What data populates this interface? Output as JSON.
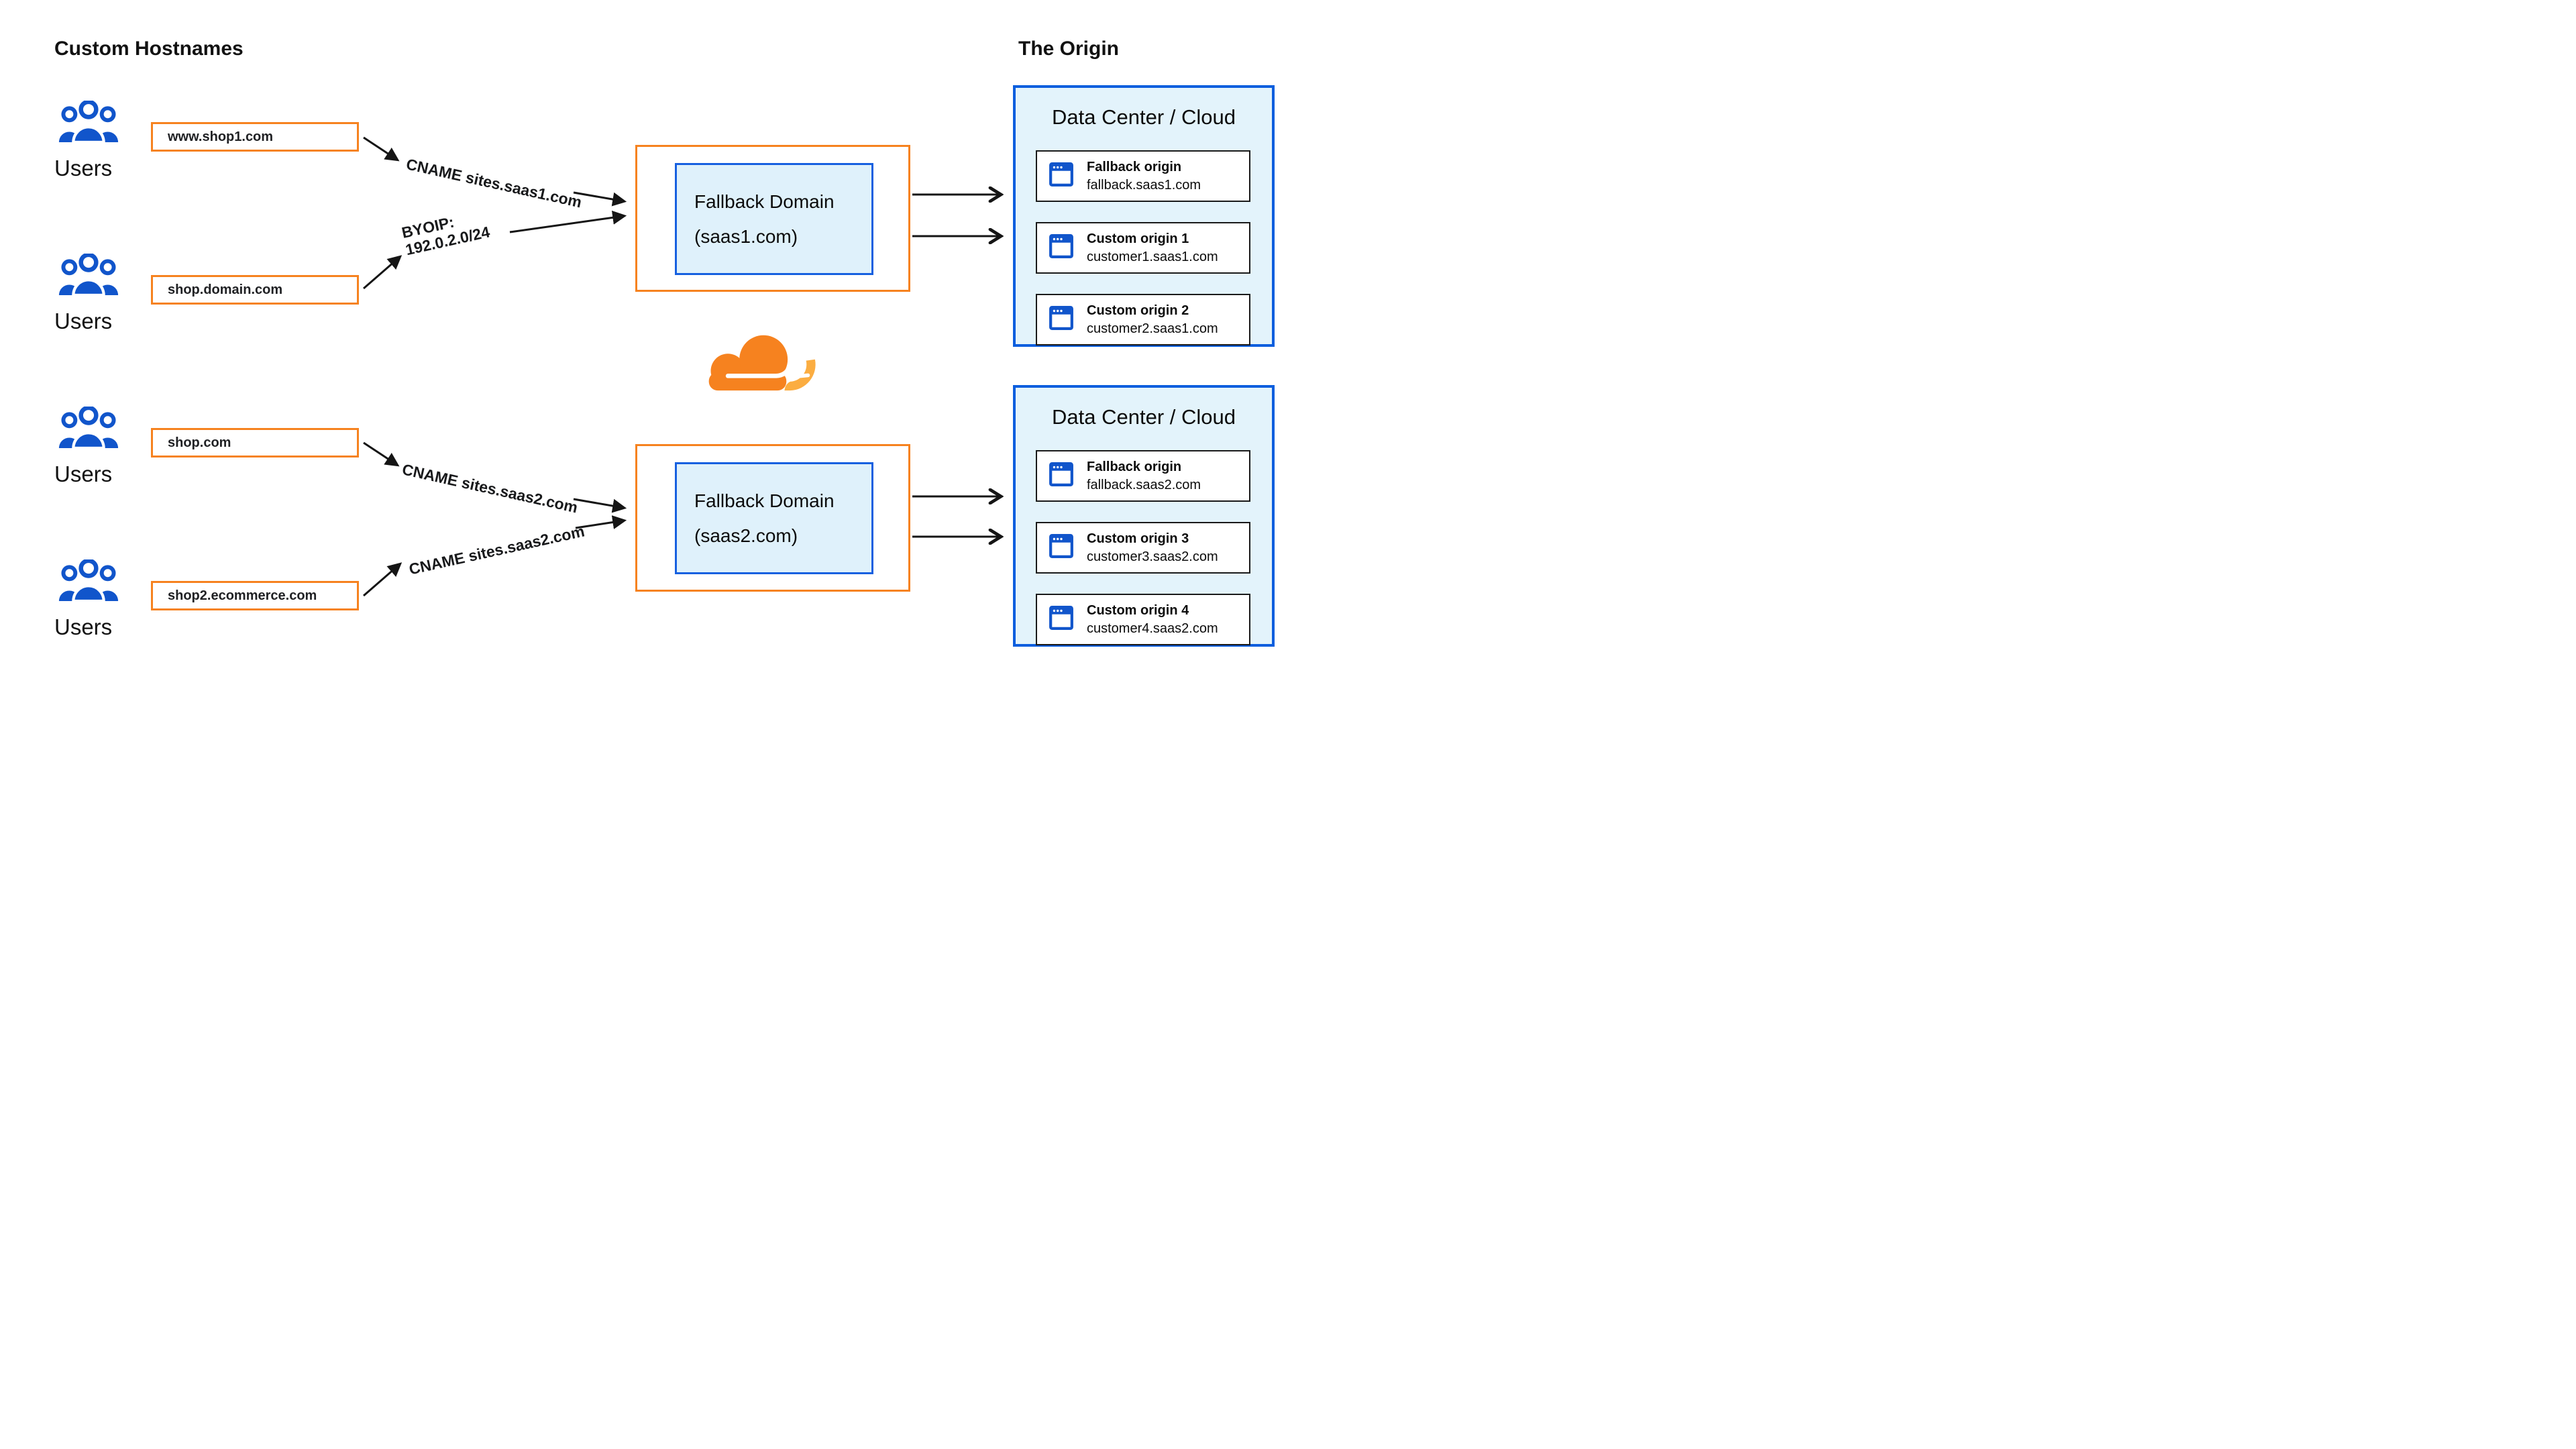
{
  "headings": {
    "left": "Custom Hostnames",
    "right": "The Origin"
  },
  "labels": {
    "users": "Users"
  },
  "hostnames": [
    "www.shop1.com",
    "shop.domain.com",
    "shop.com",
    "shop2.ecommerce.com"
  ],
  "routes": {
    "cname_saas1": "CNAME sites.saas1.com",
    "byoip_line1": "BYOIP:",
    "byoip_line2": "192.0.2.0/24",
    "cname_saas2_upper": "CNAME sites.saas2.com",
    "cname_saas2_lower": "CNAME sites.saas2.com"
  },
  "fallback_domains": [
    {
      "line1": "Fallback Domain",
      "line2": "(saas1.com)"
    },
    {
      "line1": "Fallback Domain",
      "line2": "(saas2.com)"
    }
  ],
  "data_centers": [
    {
      "title": "Data Center / Cloud",
      "origins": [
        {
          "name": "Fallback origin",
          "host": "fallback.saas1.com"
        },
        {
          "name": "Custom origin 1",
          "host": "customer1.saas1.com"
        },
        {
          "name": "Custom origin 2",
          "host": "customer2.saas1.com"
        }
      ]
    },
    {
      "title": "Data Center / Cloud",
      "origins": [
        {
          "name": "Fallback origin",
          "host": "fallback.saas2.com"
        },
        {
          "name": "Custom origin 3",
          "host": "customer3.saas2.com"
        },
        {
          "name": "Custom origin 4",
          "host": "customer4.saas2.com"
        }
      ]
    }
  ],
  "icons": {
    "users": "users-group-icon",
    "origin": "browser-window-icon",
    "center": "cloudflare-logo"
  },
  "colors": {
    "orange": "#F6821F",
    "logo_orange": "#F6821F",
    "logo_light_orange": "#FBAD41",
    "icon_blue": "#1155CB",
    "dc_border_blue": "#0A5EDE",
    "dc_fill": "#E3F3FB",
    "inner_border_blue": "#1660E0",
    "inner_fill": "#DFF1FB",
    "arrow_black": "#151515"
  }
}
